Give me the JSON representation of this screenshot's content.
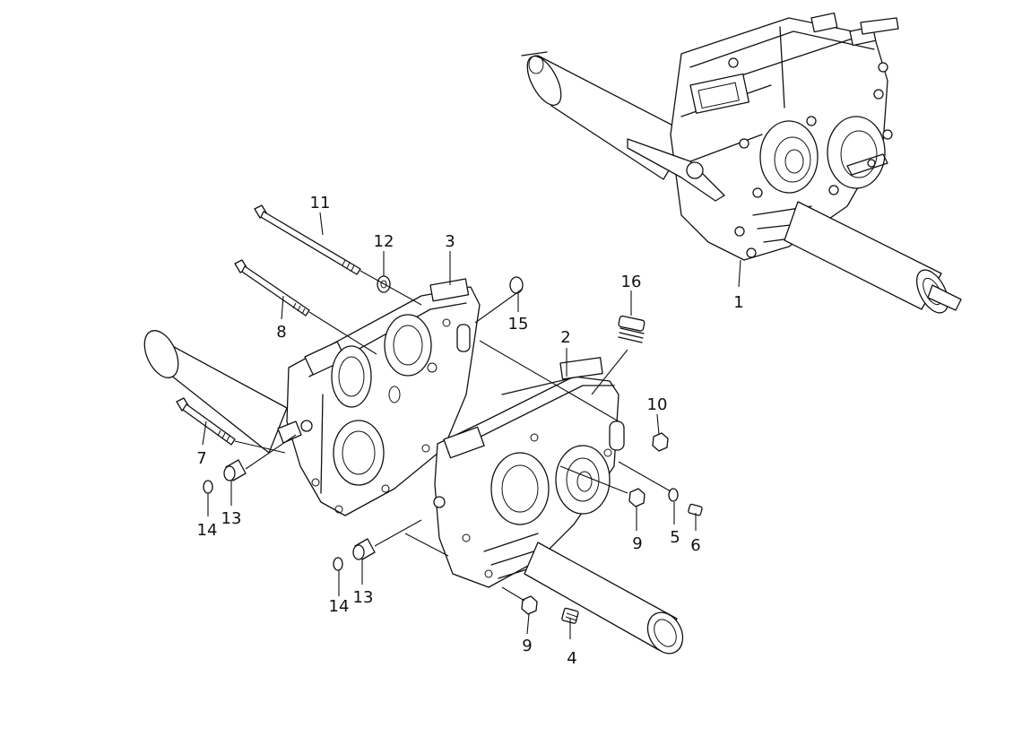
{
  "diagram": {
    "callouts": {
      "c1": "1",
      "c2": "2",
      "c3": "3",
      "c4": "4",
      "c5": "5",
      "c6": "6",
      "c7": "7",
      "c8": "8",
      "c9a": "9",
      "c9b": "9",
      "c10": "10",
      "c11": "11",
      "c12": "12",
      "c13a": "13",
      "c13b": "13",
      "c14a": "14",
      "c14b": "14",
      "c15": "15",
      "c16": "16"
    }
  }
}
